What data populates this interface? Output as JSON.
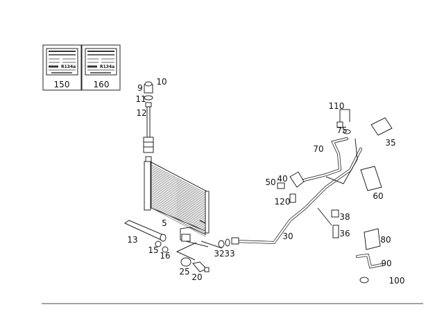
{
  "diagram": {
    "labels": {
      "p5": "5",
      "p9": "9",
      "p10": "10",
      "p11": "11",
      "p12": "12",
      "p13": "13",
      "p15": "15",
      "p16": "16",
      "p20": "20",
      "p25": "25",
      "p30": "30",
      "p32": "32",
      "p33": "33",
      "p35": "35",
      "p36": "36",
      "p38": "38",
      "p40": "40",
      "p50": "50",
      "p60": "60",
      "p70": "70",
      "p75": "75",
      "p80": "80",
      "p90": "90",
      "p100": "100",
      "p110": "110",
      "p120": "120",
      "p150": "150",
      "p160": "160"
    },
    "sticker_text": {
      "model": "R134a"
    }
  }
}
